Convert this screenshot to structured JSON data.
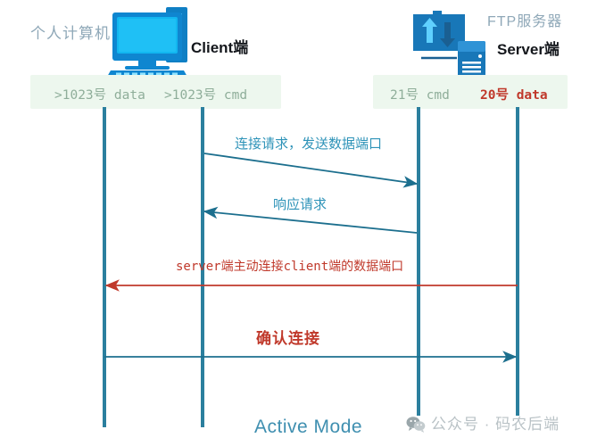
{
  "diagram": {
    "footer_title": "Active Mode",
    "watermark": {
      "icon": "wechat-icon",
      "text": "公众号 · 码农后端"
    },
    "colors": {
      "lifeline": "#2b7f9e",
      "band_bg": "#edf7ee",
      "port_green": "#8fae9a",
      "port_red": "#c0392b",
      "message_blue": "#2e93b8",
      "message_red": "#c0392b",
      "title_grey": "#8fa8b8",
      "role_black": "#14171c",
      "icon_blue": "#0f86d0",
      "footer_blue": "#3f8fb0"
    }
  },
  "endpoints": {
    "client": {
      "machine_label": "个人计算机",
      "role_label": "Client端",
      "icon": "desktop-computer-icon",
      "ports": [
        {
          "name": "client-data-port",
          "text": ">1023号 data",
          "color": "green"
        },
        {
          "name": "client-cmd-port",
          "text": ">1023号 cmd",
          "color": "green"
        }
      ]
    },
    "server": {
      "machine_label": "FTP服务器",
      "role_label": "Server端",
      "icon": "ftp-folder-icon",
      "secondary_icon": "server-rack-icon",
      "ports": [
        {
          "name": "server-cmd-port",
          "text": "21号 cmd",
          "color": "green"
        },
        {
          "name": "server-data-port",
          "text": "20号 data",
          "color": "red"
        }
      ]
    }
  },
  "messages": [
    {
      "name": "connection-request-message",
      "label": "连接请求，发送数据端口",
      "from": "client-cmd",
      "to": "server-cmd",
      "direction": "right",
      "color": "blue"
    },
    {
      "name": "response-request-message",
      "label": "响应请求",
      "from": "server-cmd",
      "to": "client-cmd",
      "direction": "left",
      "color": "blue"
    },
    {
      "name": "server-connects-client-data-message",
      "label": "server端主动连接client端的数据端口",
      "from": "server-data",
      "to": "client-data",
      "direction": "left",
      "color": "red"
    },
    {
      "name": "confirm-connection-message",
      "label": "确认连接",
      "from": "client-data",
      "to": "server-data",
      "direction": "right",
      "color": "blue"
    }
  ]
}
